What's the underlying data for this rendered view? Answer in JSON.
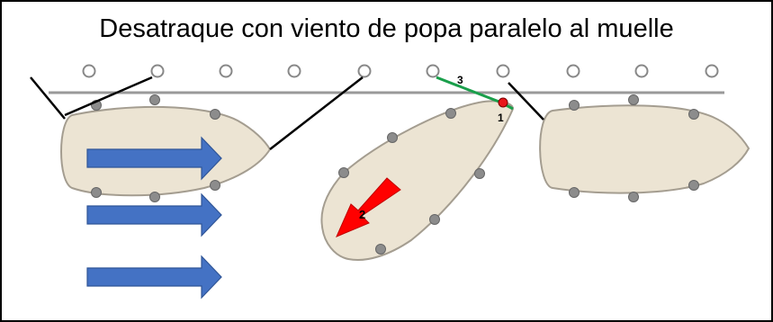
{
  "diagram": {
    "title": "Desatraque con viento de popa paralelo al muelle",
    "labels": {
      "step_1": "1",
      "step_2": "2",
      "step_3": "3"
    },
    "colors": {
      "hull_fill": "#ece4d3",
      "hull_stroke": "#a49d90",
      "wind_arrow": "#4472c4",
      "push_arrow": "#ff0000",
      "spring_line": "#1a9f4b",
      "mooring_line": "#000000",
      "dock": "#999999",
      "fender": "#8c8c8c",
      "bitt": "#888888",
      "pivot_point": "#e8161b"
    },
    "icons": {
      "wind": "arrow-right-icon",
      "force": "arrow-down-left-icon",
      "bitt": "circle-outline-icon",
      "fender": "circle-filled-icon"
    }
  }
}
